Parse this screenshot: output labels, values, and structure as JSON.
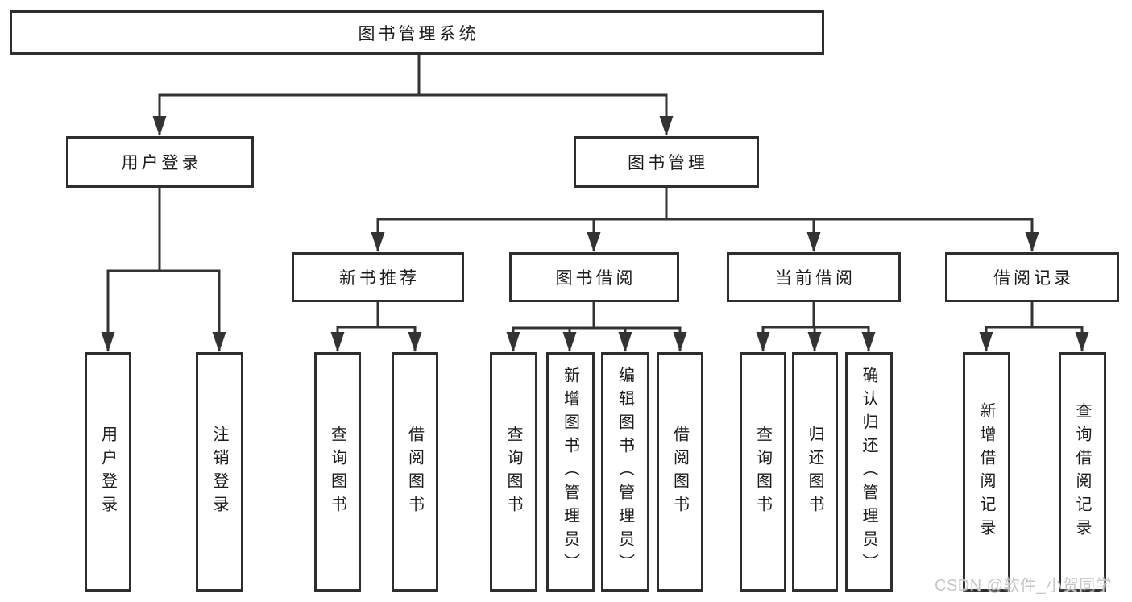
{
  "diagram_type": "hierarchy-tree",
  "colors": {
    "background": "#ffffff",
    "box_border": "#2e2e2e",
    "line": "#333333",
    "text": "#1c1c1c",
    "watermark": "#c7c7c7"
  },
  "tree": {
    "root": "图书管理系统",
    "branches": [
      {
        "label": "用户登录",
        "leaves": [
          "用户登录",
          "注销登录"
        ]
      },
      {
        "label": "图书管理",
        "groups": [
          {
            "label": "新书推荐",
            "leaves": [
              "查询图书",
              "借阅图书"
            ]
          },
          {
            "label": "图书借阅",
            "leaves": [
              "查询图书",
              "新增图书（管理员）",
              "编辑图书（管理员）",
              "借阅图书"
            ]
          },
          {
            "label": "当前借阅",
            "leaves": [
              "查询图书",
              "归还图书",
              "确认归还（管理员）"
            ]
          },
          {
            "label": "借阅记录",
            "leaves": [
              "新增借阅记录",
              "查询借阅记录"
            ]
          }
        ]
      }
    ]
  },
  "watermark": "CSDN @软件_小贺同学"
}
